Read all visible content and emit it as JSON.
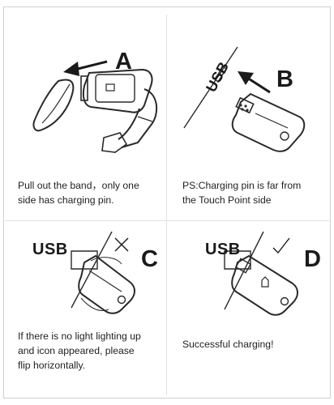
{
  "panels": {
    "a": {
      "letter": "A",
      "caption": "Pull out the band，only one\nside has charging pin."
    },
    "b": {
      "letter": "B",
      "usb": "USB",
      "caption": "PS:Charging pin is far from\nthe Touch Point side"
    },
    "c": {
      "letter": "C",
      "usb": "USB",
      "mark": "✕",
      "caption": "If there is no light lighting up\nand icon appeared, please\nflip horizontally."
    },
    "d": {
      "letter": "D",
      "usb": "USB",
      "mark": "✓",
      "caption": "Successful charging!"
    }
  },
  "colors": {
    "ink": "#1a1a1a",
    "line": "#2a2a2a",
    "divider": "#e2e2e2"
  },
  "icons": [
    "arrow-left-icon",
    "arrow-up-left-icon",
    "cross-mark-icon",
    "check-mark-icon"
  ]
}
